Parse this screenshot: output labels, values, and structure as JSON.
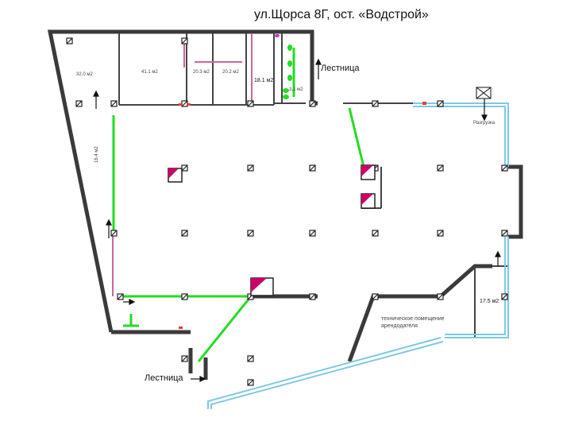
{
  "header": {
    "title": "ул.Щорса 8Г, ост. «Водстрой»"
  },
  "rooms": {
    "room_1": "32.0 м2",
    "room_2": "41.1 м2",
    "room_3": "20.3 м2",
    "room_4": "20.2 м2",
    "room_5": "18.1 м2",
    "room_6": "3.1 м2",
    "room_7": "17.5 м2",
    "corridor": "16.4 м2"
  },
  "labels": {
    "stair_top": "Лестница",
    "stair_bottom": "Лестница",
    "unloading": "Разгрузка",
    "tech_room_line1": "техническое помещение",
    "tech_room_line2": "арендодателя"
  },
  "colors": {
    "wall": "#3a3a3a",
    "partition_green": "#22dd22",
    "glazing": "#7ec8e3",
    "magenta": "#cc0066",
    "column": "#222222"
  }
}
